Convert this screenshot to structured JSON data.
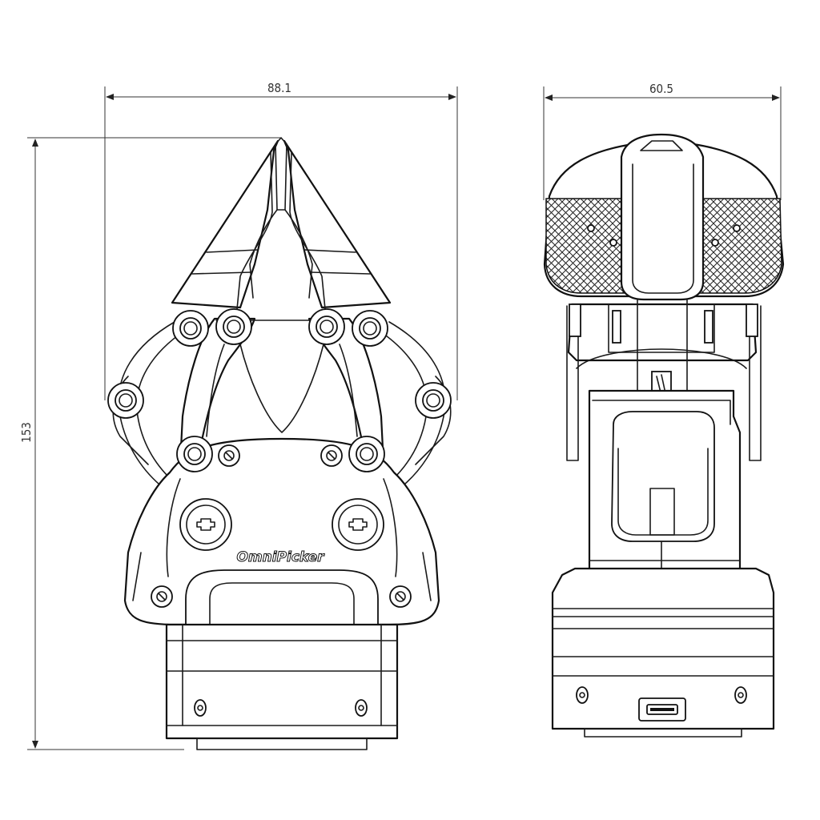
{
  "dimensions": {
    "front_width": "88.1",
    "side_width": "60.5",
    "height": "153"
  },
  "labels": {
    "logo": "OmniPicker"
  },
  "views": [
    "front-view",
    "side-view"
  ],
  "colors": {
    "line": "#111111",
    "dimension": "#333333",
    "background": "#ffffff"
  }
}
